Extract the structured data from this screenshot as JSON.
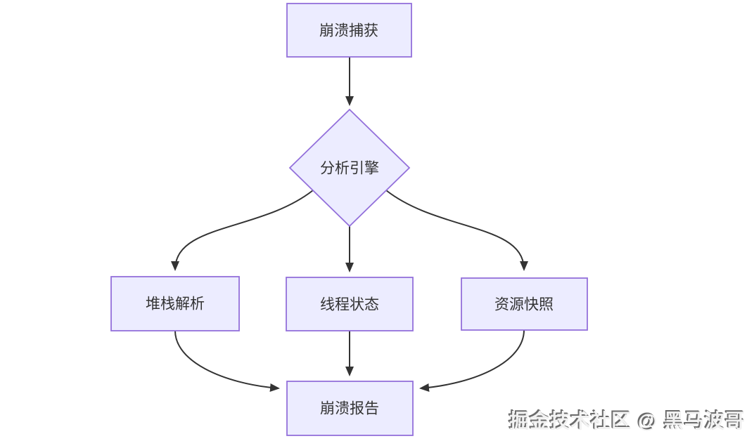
{
  "diagram": {
    "type": "flowchart",
    "direction": "top-down",
    "colors": {
      "background": "#ffffff",
      "node_fill": "#ECECFF",
      "node_border": "#9370DB",
      "edge": "#333333",
      "text": "#333333"
    },
    "nodes": [
      {
        "id": "crash-capture",
        "label": "崩溃捕获",
        "shape": "rect"
      },
      {
        "id": "analysis-engine",
        "label": "分析引擎",
        "shape": "diamond"
      },
      {
        "id": "stack-parse",
        "label": "堆栈解析",
        "shape": "rect"
      },
      {
        "id": "thread-state",
        "label": "线程状态",
        "shape": "rect"
      },
      {
        "id": "resource-snapshot",
        "label": "资源快照",
        "shape": "rect"
      },
      {
        "id": "crash-report",
        "label": "崩溃报告",
        "shape": "rect"
      }
    ],
    "edges": [
      {
        "from": "崩溃捕获",
        "to": "分析引擎"
      },
      {
        "from": "分析引擎",
        "to": "堆栈解析"
      },
      {
        "from": "分析引擎",
        "to": "线程状态"
      },
      {
        "from": "分析引擎",
        "to": "资源快照"
      },
      {
        "from": "堆栈解析",
        "to": "崩溃报告"
      },
      {
        "from": "线程状态",
        "to": "崩溃报告"
      },
      {
        "from": "资源快照",
        "to": "崩溃报告"
      }
    ]
  },
  "watermark": {
    "text": "掘金技术社区 @ 黑马波哥"
  }
}
